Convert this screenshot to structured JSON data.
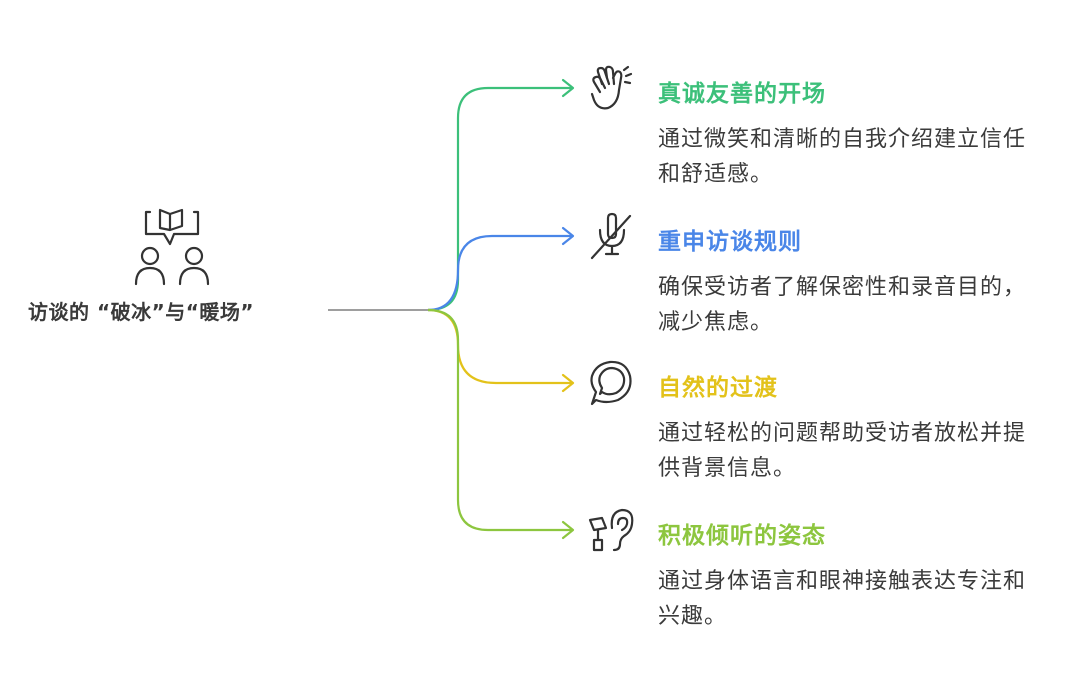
{
  "root": {
    "label": "访谈的 “破冰”与“暖场”",
    "icon": "interview-people-icon"
  },
  "branches": [
    {
      "title": "真诚友善的开场",
      "desc": "通过微笑和清晰的自我介绍建立信任和舒适感。",
      "color": "#3cc07a",
      "icon": "waving-hand-icon"
    },
    {
      "title": "重申访谈规则",
      "desc": "确保受访者了解保密性和录音目的，减少焦虑。",
      "color": "#4a86e8",
      "icon": "muted-microphone-icon"
    },
    {
      "title": "自然的过渡",
      "desc": "通过轻松的问题帮助受访者放松并提供背景信息。",
      "color": "#e3c21a",
      "icon": "chat-bubble-icon"
    },
    {
      "title": "积极倾听的姿态",
      "desc": "通过身体语言和眼神接触表达专注和兴趣。",
      "color": "#8dc63f",
      "icon": "ear-listening-icon"
    }
  ]
}
